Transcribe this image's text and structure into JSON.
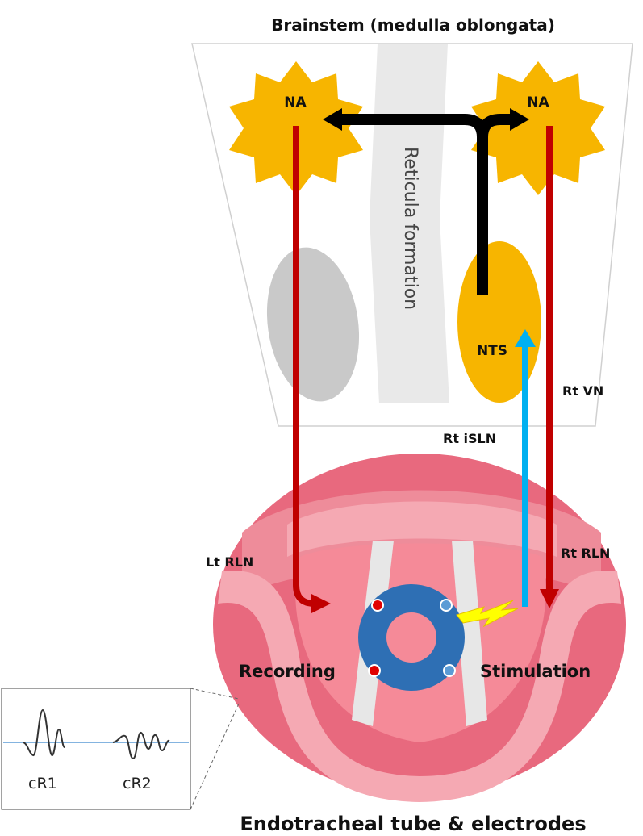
{
  "title": "Brainstem (medulla oblongata)",
  "caption": "Endotracheal tube & electrodes",
  "structures": {
    "na_left": "NA",
    "na_right": "NA",
    "reticular": "Reticula formation",
    "nts": "NTS"
  },
  "nerves": {
    "rt_vn": "Rt VN",
    "rt_isln": "Rt iSLN",
    "lt_rln": "Lt RLN",
    "rt_rln": "Rt RLN"
  },
  "electrodes": {
    "recording": "Recording",
    "stimulation": "Stimulation"
  },
  "waveform": {
    "cr1": "cR1",
    "cr2": "cR2"
  },
  "colors": {
    "nucleus": "#f7b500",
    "motor_pathway": "#c00000",
    "sensory_pathway": "#00b0f0",
    "reflex_arc": "#000000",
    "larynx": "#e8697e",
    "tube": "#2e6fb4",
    "spark": "#ffff00",
    "baseline": "#5b9bd5"
  }
}
